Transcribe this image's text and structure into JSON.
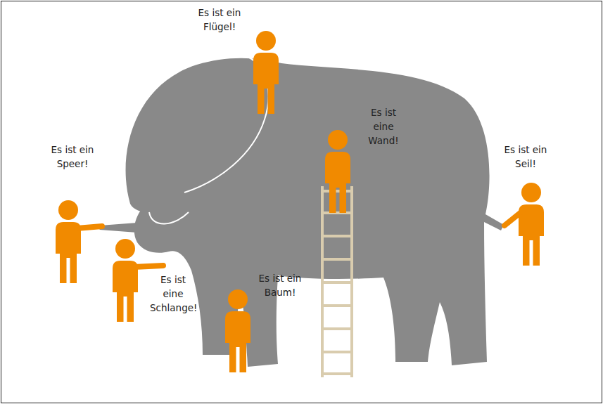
{
  "diagram": {
    "labels": [
      "Es ist ein Flügel!",
      "Es ist eine Wand!",
      "Es ist ein Speer!",
      "Es ist ein Seil!",
      "Es ist eine Schlange!",
      "Es ist ein Baum!"
    ]
  }
}
